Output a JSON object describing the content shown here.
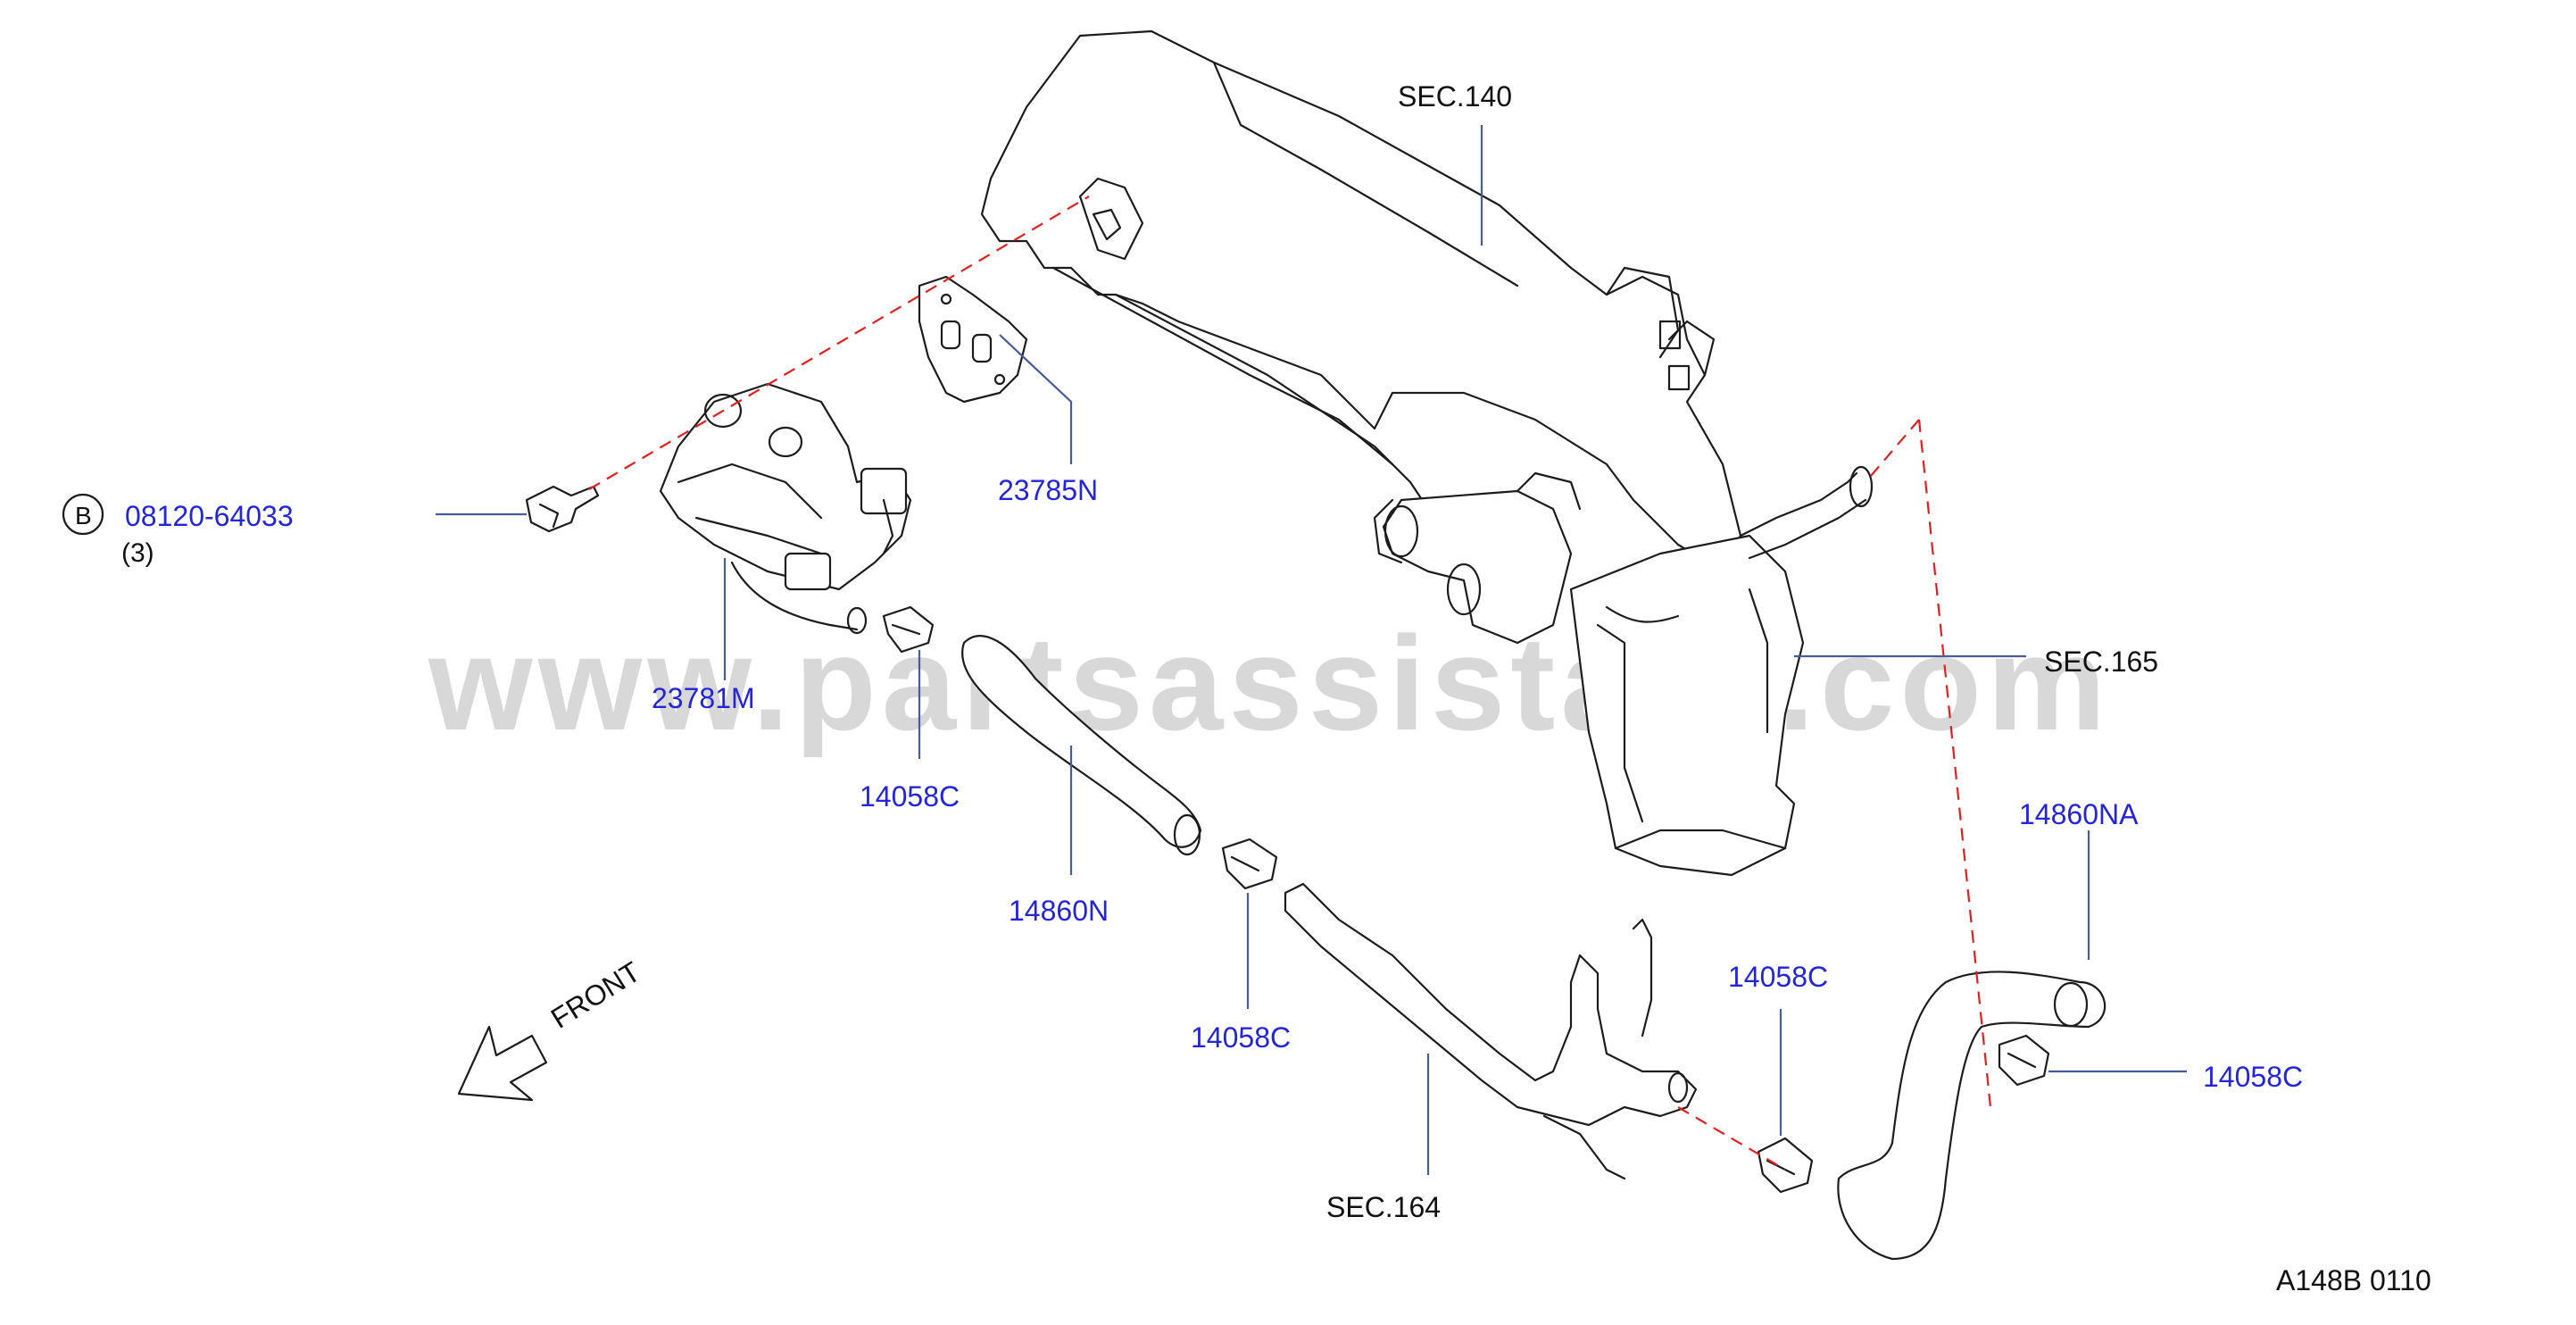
{
  "watermark": "www.partsassistant.com",
  "labels": {
    "sec140": "SEC.140",
    "sec165": "SEC.165",
    "sec164": "SEC.164",
    "p23785n": "23785N",
    "p23781m": "23781M",
    "bolt_part": "08120-64033",
    "bolt_qty": "(3)",
    "bolt_marker": "B",
    "p14058c_1": "14058C",
    "p14860n": "14860N",
    "p14058c_2": "14058C",
    "p14058c_3": "14058C",
    "p14860na": "14860NA",
    "p14058c_4": "14058C",
    "front": "FRONT",
    "diagram_code": "A148B  0110"
  },
  "colors": {
    "part_label": "#2424d8",
    "reference_dash": "#e02020",
    "leader": "#4a5a9a",
    "watermark": "#d8d8d8"
  }
}
